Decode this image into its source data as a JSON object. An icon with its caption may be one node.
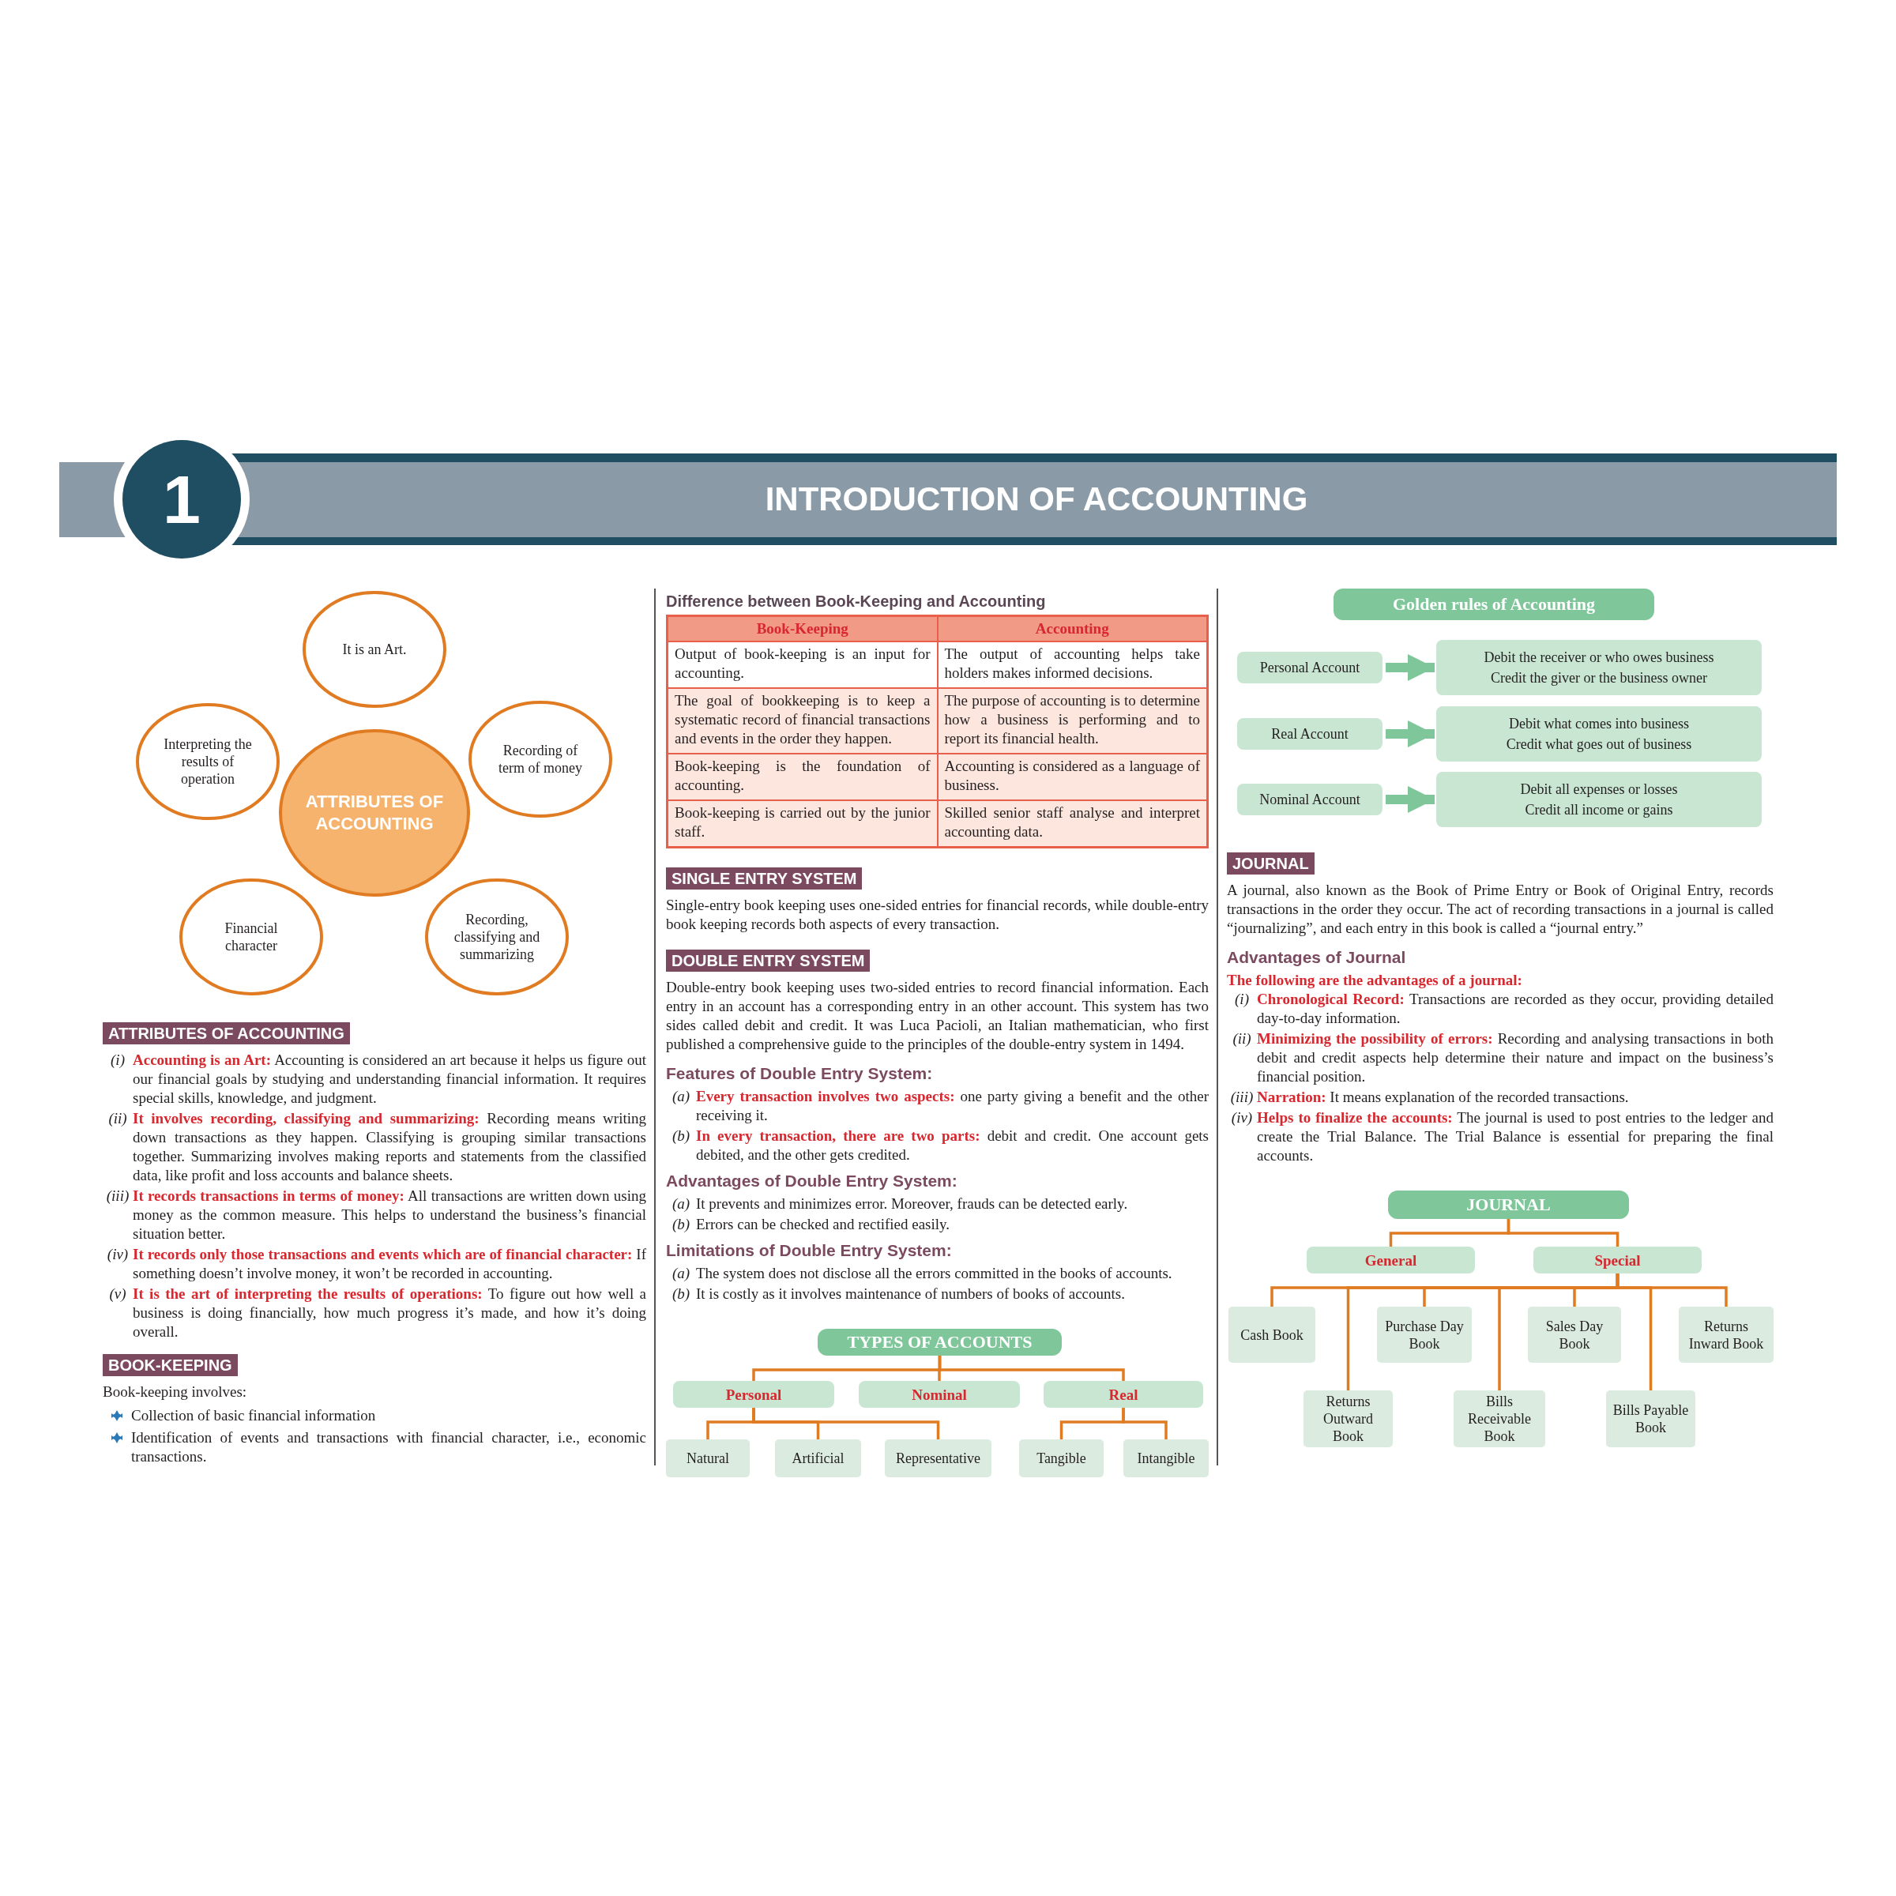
{
  "diagram": {
    "title": "INTRODUCTION OF ACCOUNTING",
    "nodes": [
      {
        "text": [
          "ATTRIBUTES OF ACCOUNTING"
        ]
      },
      {
        "text": [
          "It is an Art."
        ]
      },
      {
        "text": [
          "Recording of term of money"
        ]
      },
      {
        "text": [
          "Recording, classifying and summarizing"
        ]
      },
      {
        "text": [
          "Financial character"
        ]
      },
      {
        "text": [
          "Interpreting the results of operation"
        ]
      },
      {
        "text": [
          "TYPES OF ACCOUNTS"
        ]
      },
      {
        "text": [
          "Personal"
        ]
      },
      {
        "text": [
          "Nominal"
        ]
      },
      {
        "text": [
          "Real"
        ]
      },
      {
        "text": [
          "Natural"
        ]
      },
      {
        "text": [
          "Artificial"
        ]
      },
      {
        "text": [
          "Representative"
        ]
      },
      {
        "text": [
          "Tangible"
        ]
      },
      {
        "text": [
          "Intangible"
        ]
      },
      {
        "text": [
          "Golden rules of Accounting"
        ]
      },
      {
        "text": [
          "Personal Account"
        ]
      },
      {
        "text": [
          "Debit the receiver or who owes business",
          "Credit the giver or the business owner"
        ]
      },
      {
        "text": [
          "Real Account"
        ]
      },
      {
        "text": [
          "Debit what comes into business",
          "Credit what goes out of business"
        ]
      },
      {
        "text": [
          "Nominal Account"
        ]
      },
      {
        "text": [
          "Debit all expenses or losses",
          "Credit all income or gains"
        ]
      },
      {
        "text": [
          "JOURNAL"
        ]
      },
      {
        "text": [
          "General"
        ]
      },
      {
        "text": [
          "Special"
        ]
      },
      {
        "text": [
          "Cash Book"
        ]
      },
      {
        "text": [
          "Purchase Day Book"
        ]
      },
      {
        "text": [
          "Sales Day Book"
        ]
      },
      {
        "text": [
          "Returns Inward Book"
        ]
      },
      {
        "text": [
          "Returns Outward Book"
        ]
      },
      {
        "text": [
          "Bills Receivable Book"
        ]
      },
      {
        "text": [
          "Bills Payable Book"
        ]
      }
    ],
    "edges": [
      {
        "from": 6,
        "to": 7,
        "arrow": "none"
      },
      {
        "from": 6,
        "to": 8,
        "arrow": "none"
      },
      {
        "from": 6,
        "to": 9,
        "arrow": "none"
      },
      {
        "from": 7,
        "to": 10,
        "arrow": "none"
      },
      {
        "from": 7,
        "to": 11,
        "arrow": "none"
      },
      {
        "from": 7,
        "to": 12,
        "arrow": "none"
      },
      {
        "from": 9,
        "to": 13,
        "arrow": "none"
      },
      {
        "from": 9,
        "to": 14,
        "arrow": "none"
      },
      {
        "from": 16,
        "to": 17,
        "arrow": "to",
        "style": "thick",
        "color": "#7fc79a"
      },
      {
        "from": 18,
        "to": 19,
        "arrow": "to",
        "style": "thick",
        "color": "#7fc79a"
      },
      {
        "from": 20,
        "to": 21,
        "arrow": "to",
        "style": "thick",
        "color": "#7fc79a"
      },
      {
        "from": 22,
        "to": 23,
        "arrow": "none"
      },
      {
        "from": 22,
        "to": 24,
        "arrow": "none"
      },
      {
        "from": 24,
        "to": 25,
        "arrow": "none"
      },
      {
        "from": 24,
        "to": 29,
        "arrow": "none"
      },
      {
        "from": 24,
        "to": 26,
        "arrow": "none"
      },
      {
        "from": 24,
        "to": 30,
        "arrow": "none"
      },
      {
        "from": 24,
        "to": 27,
        "arrow": "none"
      },
      {
        "from": 24,
        "to": 31,
        "arrow": "none"
      },
      {
        "from": 24,
        "to": 28,
        "arrow": "none"
      }
    ],
    "labels": [
      "1",
      "ATTRIBUTES OF ACCOUNTING",
      "(i)",
      "**Accounting is an Art:** Accounting is considered an art because it helps us figure out our financial goals by studying and understanding financial information. It requires special skills, knowledge, and judgment.",
      "(ii)",
      "**It involves recording, classifying and summarizing:** Recording means writing down transactions as they happen. Classifying is grouping similar transactions together. Summarizing involves making reports and statements from the classified data, like profit and loss accounts and balance sheets.",
      "(iii)",
      "**It records transactions in terms of money:** All transactions are written down using money as the common measure. This helps to understand the business’s financial situation better.",
      "(iv)",
      "**It records only those transactions and events which are of financial character:** If something doesn’t involve money, it won’t be recorded in accounting.",
      "(v)",
      "**It is the art of interpreting the results of operations:** To figure out how well a business is doing financially, how much progress it’s made, and how it’s doing overall.",
      "BOOK-KEEPING",
      "Book-keeping involves:",
      "Collection of basic financial information",
      "Identification of events and transactions with financial character, i.e., economic transactions.",
      "Difference between Book-Keeping and Accounting",
      "Book-Keeping",
      "Accounting",
      "Output of book-keeping is an input for accounting.",
      "The output of accounting helps take holders makes informed decisions.",
      "The goal of bookkeeping is to keep a systematic record of financial transactions and events in the order they happen.",
      "The purpose of accounting is to determine how a business is performing and to report its financial health.",
      "Book-keeping is the foundation of accounting.",
      "Accounting is considered as a language of business.",
      "Book-keeping is carried out by the junior staff.",
      "Skilled senior staff analyse and interpret accounting data.",
      "SINGLE ENTRY SYSTEM",
      "Single-entry book keeping uses one-sided entries for financial records, while double-entry book keeping records both aspects of every transaction.",
      "DOUBLE ENTRY SYSTEM",
      "Double-entry book keeping uses two-sided entries to record financial information. Each entry in an account has a corresponding entry in an other account. This system has two sides called debit and credit. It was Luca Pacioli, an Italian mathematician, who first published a comprehensive guide to the principles of the double-entry system in 1494.",
      "Features of Double Entry System:",
      "(a)",
      "**Every transaction involves two aspects:** one party giving a benefit and the other receiving it.",
      "(b)",
      "**In every transaction, there are two parts:** debit and credit. One account gets debited, and the other gets credited.",
      "Advantages of Double Entry System:",
      "(a)",
      "It prevents and minimizes error. Moreover, frauds can be detected early.",
      "(b)",
      "Errors can be checked and rectified easily.",
      "Limitations of Double Entry System:",
      "(a)",
      "The system does not disclose all the errors committed in the books of accounts.",
      "(b)",
      "It is costly as it involves maintenance of numbers of books of accounts.",
      "JOURNAL",
      "A journal, also known as the Book of Prime Entry or Book of Original Entry, records transactions in the order they occur. The act of recording transactions in a journal is called “journalizing”, and each entry in this book is called a “journal entry.”",
      "Advantages of Journal",
      "The following are the advantages of a journal:",
      "(i)",
      "**Chronological Record:** Transactions are recorded as they occur, providing detailed day-to-day information.",
      "(ii)",
      "**Minimizing the possibility of errors:** Recording and analysing transactions in both debit and credit aspects help determine their nature and impact on the business’s financial position.",
      "(iii)",
      "**Narration:** It means explanation of the recorded transactions.",
      "(iv)",
      "**Helps to finalize the accounts:** The journal is used to post entries to the ledger and create the Trial Balance. The Trial Balance is essential for preparing the final accounts."
    ]
  }
}
